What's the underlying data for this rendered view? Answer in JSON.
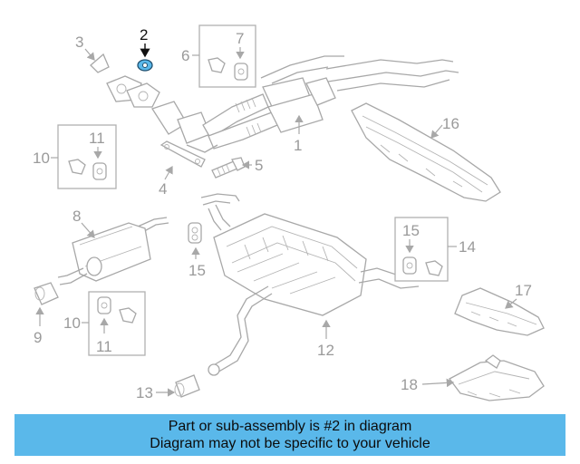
{
  "diagram": {
    "callouts": {
      "c1": "1",
      "c2": "2",
      "c3": "3",
      "c4": "4",
      "c5": "5",
      "c6": "6",
      "c7": "7",
      "c8": "8",
      "c9": "9",
      "c10a": "10",
      "c10b": "10",
      "c11a": "11",
      "c11b": "11",
      "c12": "12",
      "c13": "13",
      "c14": "14",
      "c15a": "15",
      "c15b": "15",
      "c16": "16",
      "c17": "17",
      "c18": "18"
    },
    "highlight_color": "#5ab8ea"
  },
  "banner": {
    "line1": "Part or sub-assembly is #2 in diagram",
    "line2": "Diagram may not be specific to your vehicle",
    "background": "#5ab8ea"
  }
}
